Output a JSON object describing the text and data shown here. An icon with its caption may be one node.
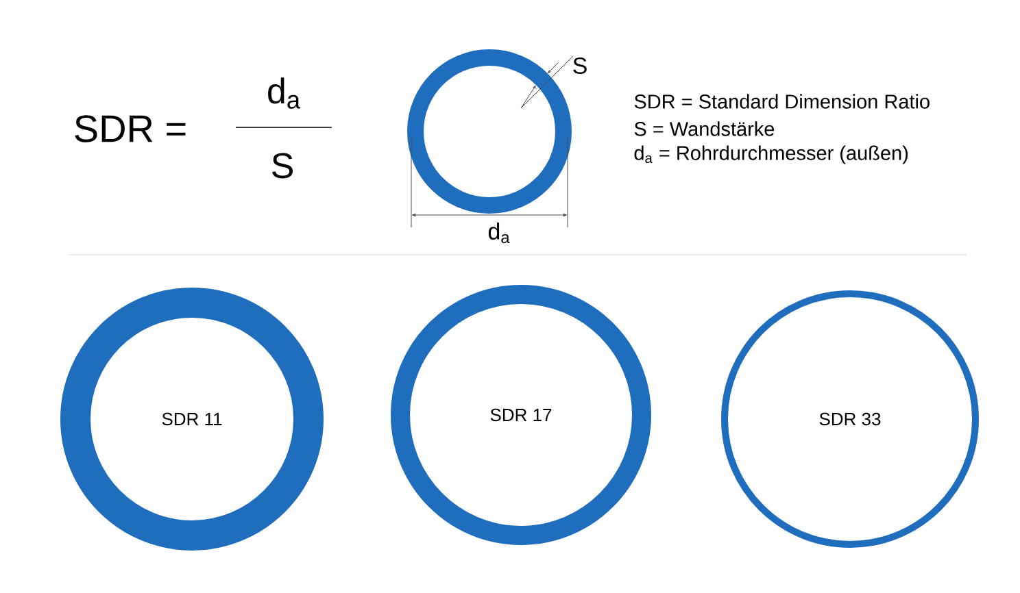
{
  "diagram": {
    "nodes": [
      {
        "text": [
          "SDR 11"
        ]
      },
      {
        "text": [
          "SDR 17"
        ]
      },
      {
        "text": [
          "SDR 33"
        ]
      }
    ],
    "labels": [
      "SDR =",
      "d$_{a}$",
      "S",
      "S",
      "d$_{a}$",
      "SDR = Standard Dimension Ratio",
      "S = Wandstärke",
      "d$_{a}$ = Rohrdurchmesser (außen)"
    ]
  }
}
